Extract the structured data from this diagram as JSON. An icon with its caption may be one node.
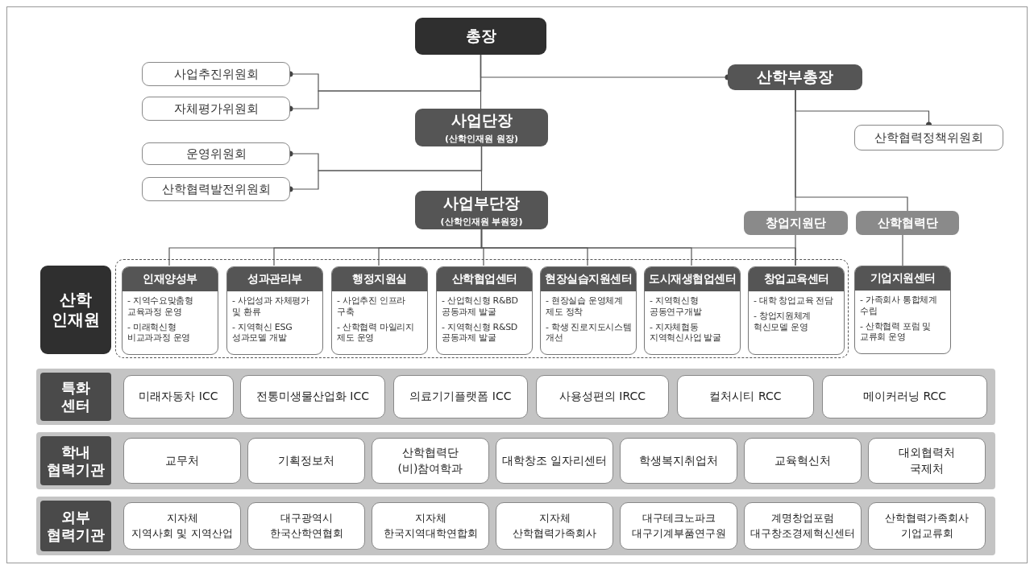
{
  "diagram": {
    "nodes": [
      {
        "text": [
          "총장"
        ]
      },
      {
        "text": [
          "사업추진위원회"
        ]
      },
      {
        "text": [
          "자체평가위원회"
        ]
      },
      {
        "text": [
          "산학부총장"
        ]
      },
      {
        "text": [
          "사업단장",
          "(산학인재원 원장)"
        ]
      },
      {
        "text": [
          "산학협력정책위원회"
        ]
      },
      {
        "text": [
          "운영위원회"
        ]
      },
      {
        "text": [
          "산학협력발전위원회"
        ]
      },
      {
        "text": [
          "사업부단장",
          "(산학인재원 부원장)"
        ]
      },
      {
        "text": [
          "창업지원단"
        ]
      },
      {
        "text": [
          "산학협력단"
        ]
      },
      {
        "text": [
          "산학 인재원"
        ]
      },
      {
        "text": [],
        "shape": "box"
      },
      {
        "text": [
          "인재양성부",
          "- 지역수요맞춤형 교육과정 운영",
          "- 미래혁신형 비교과과정 운영"
        ],
        "in": 12
      },
      {
        "text": [
          "성과관리부",
          "- 사업성과 자체평가 및 환류",
          "- 지역혁신 ESG 성과모델 개발"
        ],
        "in": 12
      },
      {
        "text": [
          "행정지원실",
          "- 사업추진 인프라 구축",
          "- 산학협력 마일리지 제도 운영"
        ],
        "in": 12
      },
      {
        "text": [
          "산학협업센터",
          "- 산업혁신형 R&BD 공동과제 발굴",
          "- 지역혁신형 R&SD 공동과제 발굴"
        ],
        "in": 12
      },
      {
        "text": [
          "현장실습지원센터",
          "- 현장실습 운영체계 제도 정착",
          "- 학생 진로지도시스템 개선"
        ],
        "in": 12
      },
      {
        "text": [
          "도시재생협업센터",
          "- 지역혁신형 공동연구개발",
          "- 지자체협동 지역혁신사업 발굴"
        ],
        "in": 12
      },
      {
        "text": [
          "창업교육센터",
          "- 대학 창업교육 전담",
          "- 창업지원체계 혁신모델 운영"
        ],
        "in": 12
      },
      {
        "text": [
          "기업지원센터",
          "- 가족회사 통합체계 수립",
          "- 산학협력 포럼 및 교류회 운영"
        ]
      },
      {
        "text": [
          "특화 센터"
        ]
      },
      {
        "text": [
          "미래자동차 ICC"
        ],
        "in": 21
      },
      {
        "text": [
          "전통미생물산업화 ICC"
        ],
        "in": 21
      },
      {
        "text": [
          "의료기기플랫폼 ICC"
        ],
        "in": 21
      },
      {
        "text": [
          "사용성편의 IRCC"
        ],
        "in": 21
      },
      {
        "text": [
          "컬처시티 RCC"
        ],
        "in": 21
      },
      {
        "text": [
          "메이커러닝 RCC"
        ],
        "in": 21
      },
      {
        "text": [
          "학내 협력기관"
        ]
      },
      {
        "text": [
          "교무처"
        ],
        "in": 28
      },
      {
        "text": [
          "기획정보처"
        ],
        "in": 28
      },
      {
        "text": [
          "산학협력단",
          "(비)참여학과"
        ],
        "in": 28
      },
      {
        "text": [
          "대학창조 일자리센터"
        ],
        "in": 28
      },
      {
        "text": [
          "학생복지취업처"
        ],
        "in": 28
      },
      {
        "text": [
          "교육혁신처"
        ],
        "in": 28
      },
      {
        "text": [
          "대외협력처",
          "국제처"
        ],
        "in": 28
      },
      {
        "text": [
          "외부 협력기관"
        ]
      },
      {
        "text": [
          "지자체",
          "지역사회 및 지역산업"
        ],
        "in": 36
      },
      {
        "text": [
          "대구광역시",
          "한국산학연협회"
        ],
        "in": 36
      },
      {
        "text": [
          "지자체",
          "한국지역대학연합회"
        ],
        "in": 36
      },
      {
        "text": [
          "지자체",
          "산학협력가족회사"
        ],
        "in": 36
      },
      {
        "text": [
          "대구테크노파크",
          "대구기계부품연구원"
        ],
        "in": 36
      },
      {
        "text": [
          "계명창업포럼",
          "대구창조경제혁신센터"
        ],
        "in": 36
      },
      {
        "text": [
          "산학협력가족회사",
          "기업교류회"
        ],
        "in": 36
      }
    ],
    "edges": [
      {
        "from": 0,
        "to": 3,
        "arrow": "other"
      },
      {
        "from": 0,
        "to": 1,
        "arrow": "other"
      },
      {
        "from": 0,
        "to": 2,
        "arrow": "other"
      },
      {
        "from": 0,
        "to": 4,
        "arrow": "none"
      },
      {
        "from": 4,
        "to": 6,
        "arrow": "other"
      },
      {
        "from": 4,
        "to": 7,
        "arrow": "other"
      },
      {
        "from": 4,
        "to": 8,
        "arrow": "none"
      },
      {
        "from": 3,
        "to": 5,
        "arrow": "other"
      },
      {
        "from": 3,
        "to": 9,
        "arrow": "none"
      },
      {
        "from": 3,
        "to": 10,
        "arrow": "none"
      },
      {
        "from": 8,
        "to": 13,
        "arrow": "none"
      },
      {
        "from": 8,
        "to": 14,
        "arrow": "none"
      },
      {
        "from": 8,
        "to": 15,
        "arrow": "none"
      },
      {
        "from": 8,
        "to": 16,
        "arrow": "none"
      },
      {
        "from": 8,
        "to": 17,
        "arrow": "none"
      },
      {
        "from": 8,
        "to": 18,
        "arrow": "none"
      },
      {
        "from": 8,
        "to": 19,
        "arrow": "none"
      },
      {
        "from": 9,
        "to": 19,
        "arrow": "none"
      },
      {
        "from": 10,
        "to": 20,
        "arrow": "none"
      }
    ]
  }
}
